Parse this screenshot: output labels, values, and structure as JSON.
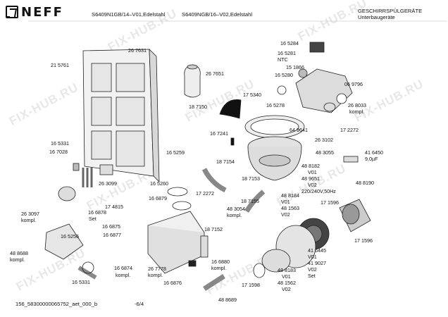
{
  "header": {
    "brand": "NEFF",
    "model_a": "S6409N1GB/14–V01,Edelstahl",
    "model_b": "S6409NGB/16–V02,Edelstahl",
    "category": "GESCHIRRSPÜLGERÄTE",
    "subcategory": "Unterbaugeräte"
  },
  "footer": {
    "doc_id": "156_58300000065752_aet_000_b",
    "page": "-6/4"
  },
  "watermark": "FIX-HUB.RU",
  "parts": [
    {
      "key": "p267631",
      "text": "26 7631"
    },
    {
      "key": "p215761",
      "text": "21 5761"
    },
    {
      "key": "p267651",
      "text": "26 7651"
    },
    {
      "key": "p187150",
      "text": "18 7150"
    },
    {
      "key": "p167241",
      "text": "16 7241"
    },
    {
      "key": "p165331a",
      "text": "16 5331"
    },
    {
      "key": "p167028",
      "text": "16 7028"
    },
    {
      "key": "p165259",
      "text": "16 5259"
    },
    {
      "key": "p187154",
      "text": "18 7154"
    },
    {
      "key": "p263099",
      "text": "26 3099"
    },
    {
      "key": "p165260",
      "text": "16 5260"
    },
    {
      "key": "p166879",
      "text": "16 6879"
    },
    {
      "key": "p172272a",
      "text": "17 2272"
    },
    {
      "key": "p263097",
      "text": "26 3097"
    },
    {
      "key": "kompl1",
      "text": "kompl."
    },
    {
      "key": "p174815",
      "text": "17 4815"
    },
    {
      "key": "p166878",
      "text": "16 6878"
    },
    {
      "key": "set1",
      "text": "Set"
    },
    {
      "key": "p166875",
      "text": "16 6875"
    },
    {
      "key": "p165256",
      "text": "16 5256"
    },
    {
      "key": "p166877",
      "text": "16 6877"
    },
    {
      "key": "p488688",
      "text": "48 8688"
    },
    {
      "key": "kompl2",
      "text": "kompl."
    },
    {
      "key": "p166874",
      "text": "16 6874"
    },
    {
      "key": "kompl3",
      "text": "kompl."
    },
    {
      "key": "p165331b",
      "text": "16 5331"
    },
    {
      "key": "p267778",
      "text": "26 7778"
    },
    {
      "key": "kompl4",
      "text": "kompl."
    },
    {
      "key": "p166876",
      "text": "16 6876"
    },
    {
      "key": "p165284",
      "text": "16 5284"
    },
    {
      "key": "p165281",
      "text": "16 5281"
    },
    {
      "key": "ntc",
      "text": "NTC"
    },
    {
      "key": "p151866",
      "text": "15 1866"
    },
    {
      "key": "p165280",
      "text": "16 5280"
    },
    {
      "key": "p175340",
      "text": "17 5340"
    },
    {
      "key": "p069796",
      "text": "06 9796"
    },
    {
      "key": "p165278",
      "text": "16 5278"
    },
    {
      "key": "p268033",
      "text": "26 8033"
    },
    {
      "key": "kompl5",
      "text": "kompl."
    },
    {
      "key": "p649641",
      "text": "64 9641"
    },
    {
      "key": "p172272b",
      "text": "17 2272"
    },
    {
      "key": "p263102",
      "text": "26 3102"
    },
    {
      "key": "p483055",
      "text": "48 3055"
    },
    {
      "key": "p416450",
      "text": "41 6450"
    },
    {
      "key": "cap",
      "text": "9,0µF"
    },
    {
      "key": "p187153",
      "text": "18 7153"
    },
    {
      "key": "p488182",
      "text": "48 8182"
    },
    {
      "key": "v01a",
      "text": "V01"
    },
    {
      "key": "p489651",
      "text": "48 9651"
    },
    {
      "key": "v02a",
      "text": "V02"
    },
    {
      "key": "volt",
      "text": "220/240V,50Hz"
    },
    {
      "key": "p488190",
      "text": "48 8190"
    },
    {
      "key": "p188155",
      "text": "18 7155"
    },
    {
      "key": "p488184",
      "text": "48 8184"
    },
    {
      "key": "v01b",
      "text": "V01"
    },
    {
      "key": "p483054",
      "text": "48 3054"
    },
    {
      "key": "kompl6",
      "text": "kompl."
    },
    {
      "key": "p481563",
      "text": "48 1563"
    },
    {
      "key": "v02b",
      "text": "V02"
    },
    {
      "key": "p171596a",
      "text": "17 1596"
    },
    {
      "key": "p171596b",
      "text": "17 1596"
    },
    {
      "key": "p187152",
      "text": "18 7152"
    },
    {
      "key": "p416445",
      "text": "41 6445"
    },
    {
      "key": "v01c",
      "text": "V01"
    },
    {
      "key": "p419027",
      "text": "41 9027"
    },
    {
      "key": "v02c",
      "text": "V02"
    },
    {
      "key": "set2",
      "text": "Set"
    },
    {
      "key": "p166880",
      "text": "16 6880"
    },
    {
      "key": "kompl7",
      "text": "kompl."
    },
    {
      "key": "p488183",
      "text": "48 8183"
    },
    {
      "key": "v01d",
      "text": "V01"
    },
    {
      "key": "p481562",
      "text": "48 1562"
    },
    {
      "key": "v02d",
      "text": "V02"
    },
    {
      "key": "p171598",
      "text": "17 1598"
    },
    {
      "key": "p488689",
      "text": "48 8689"
    }
  ]
}
